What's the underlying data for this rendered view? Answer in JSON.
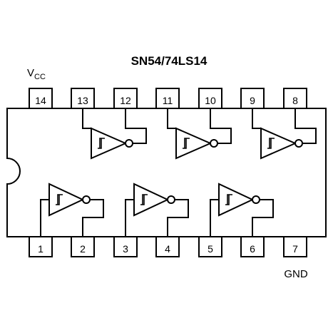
{
  "title": "SN54/74LS14",
  "power_label": {
    "main": "V",
    "sub": "CC"
  },
  "ground_label": "GND",
  "pins_top": [
    "14",
    "13",
    "12",
    "11",
    "10",
    "9",
    "8"
  ],
  "pins_bottom": [
    "1",
    "2",
    "3",
    "4",
    "5",
    "6",
    "7"
  ],
  "gate_symbol": "schmitt-trigger-inverter"
}
